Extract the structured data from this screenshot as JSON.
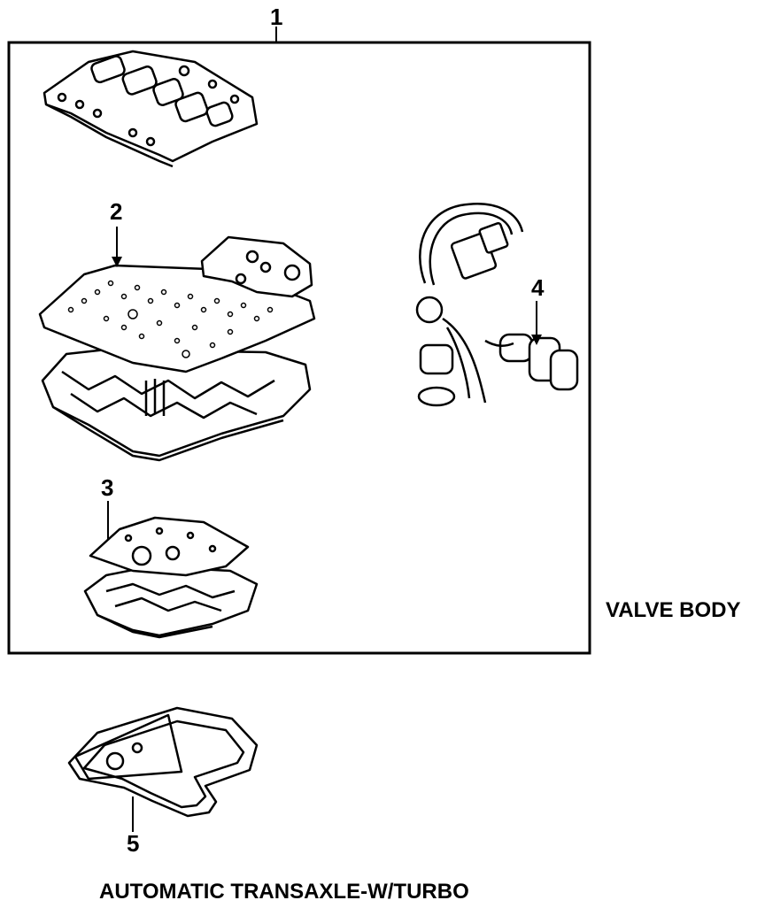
{
  "diagram": {
    "callouts": [
      "1",
      "2",
      "3",
      "4",
      "5"
    ],
    "section_label": "VALVE BODY",
    "assembly_label": "AUTOMATIC TRANSAXLE-W/TURBO"
  }
}
